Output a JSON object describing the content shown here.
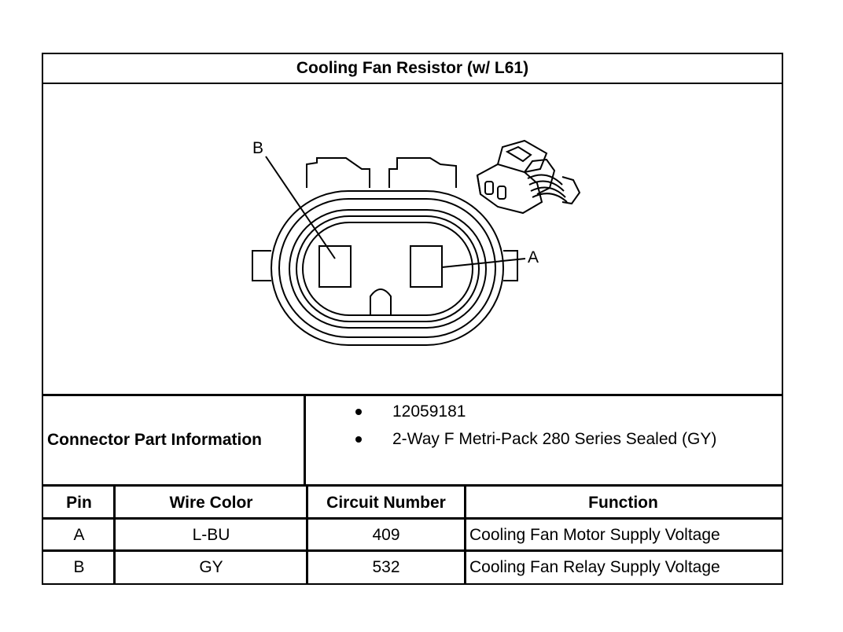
{
  "title": "Cooling Fan Resistor (w/ L61)",
  "diagram": {
    "label_b": "B",
    "label_a": "A"
  },
  "connector_info": {
    "label": "Connector Part Information",
    "items": [
      "12059181",
      "2-Way F Metri-Pack 280 Series Sealed (GY)"
    ]
  },
  "pin_table": {
    "headers": [
      "Pin",
      "Wire Color",
      "Circuit Number",
      "Function"
    ],
    "rows": [
      [
        "A",
        "L-BU",
        "409",
        "Cooling Fan Motor Supply Voltage"
      ],
      [
        "B",
        "GY",
        "532",
        "Cooling Fan Relay Supply Voltage"
      ]
    ]
  }
}
